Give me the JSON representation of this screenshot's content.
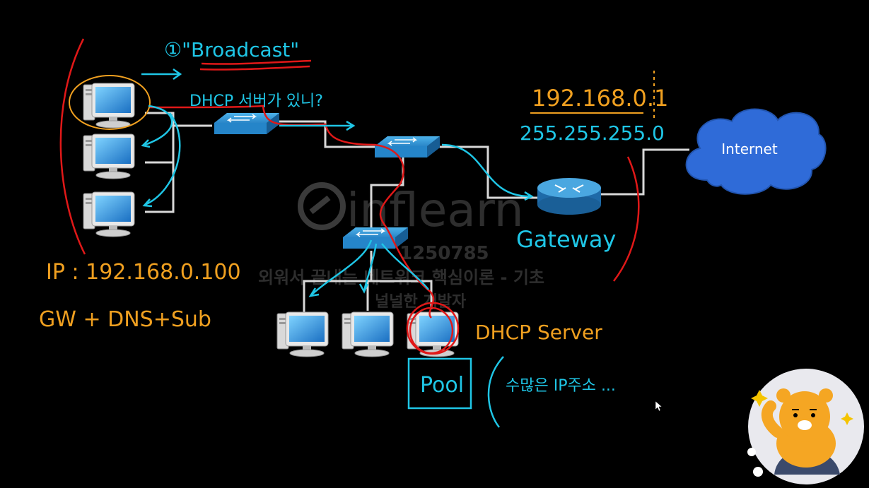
{
  "annotations": {
    "broadcast": "①\"Broadcast\"",
    "dhcp_question": "DHCP 서버가 있니?",
    "ip_addr": "192.168.0.1",
    "subnet_mask": "255.255.255.0",
    "gateway": "Gateway",
    "client_ip": "IP : 192.168.0.100",
    "gw_dns_sub": "GW + DNS+Sub",
    "dhcp_server": "DHCP Server",
    "pool": "Pool",
    "pool_note": "수많은 IP주소 ..."
  },
  "cloud_label": "Internet",
  "watermark": {
    "brand": "inflearn",
    "id": "1250785",
    "course": "외워서 끝내는 네트워크 핵심이론 - 기초",
    "author": "널널한 개발자"
  },
  "colors": {
    "background": "#000000",
    "orange_pen": "#f0a020",
    "cyan_pen": "#1fc6e6",
    "red_pen": "#e01818",
    "cloud": "#2f6bd8",
    "device": "#2c8fd6"
  },
  "icons": [
    "pc-icon",
    "switch-icon",
    "router-icon",
    "cloud-icon",
    "mascot-icon",
    "cursor-icon"
  ]
}
